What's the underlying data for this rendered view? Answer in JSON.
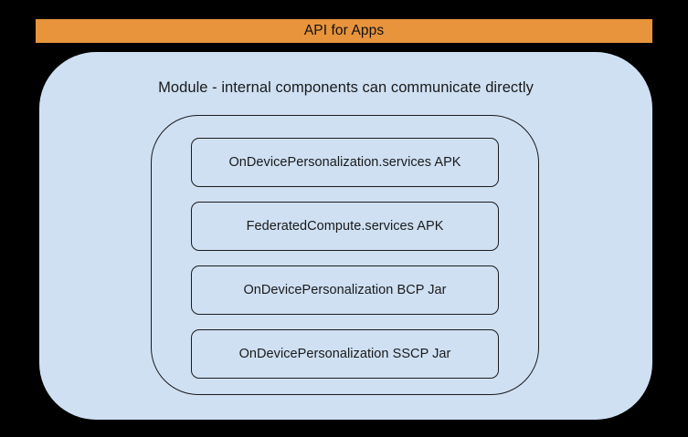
{
  "diagram": {
    "title": "API for Apps",
    "api_bar": {
      "label": "API for Apps",
      "color": "#e8943c"
    },
    "module": {
      "heading": "Module - internal components can communicate directly",
      "background_color": "#cfe0f3",
      "inner_container_label": "",
      "components": [
        {
          "label": "OnDevicePersonalization.services APK"
        },
        {
          "label": "FederatedCompute.services APK"
        },
        {
          "label": "OnDevicePersonalization BCP Jar"
        },
        {
          "label": "OnDevicePersonalization SSCP Jar"
        }
      ]
    },
    "background_color": "#000000",
    "stroke_color": "#1b1b1b"
  }
}
